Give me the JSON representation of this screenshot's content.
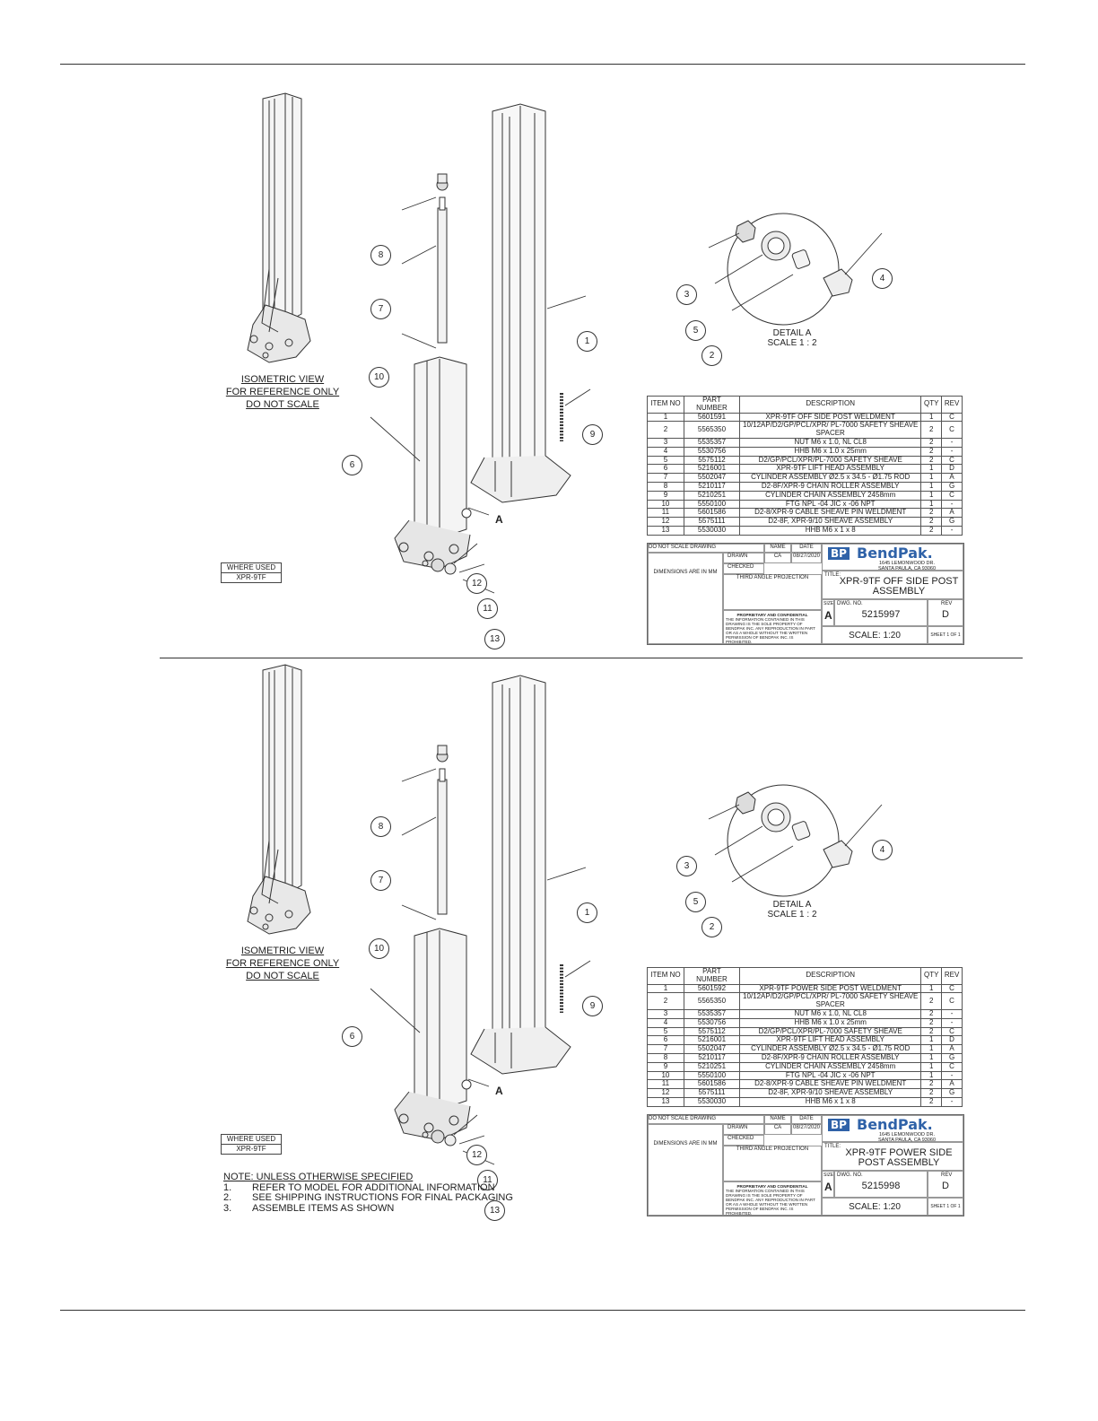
{
  "sheets": [
    {
      "iso_view": [
        "ISOMETRIC VIEW",
        "FOR REFERENCE ONLY",
        "DO NOT SCALE"
      ],
      "where_used": {
        "label": "WHERE USED",
        "value": "XPR-9TF"
      },
      "detail": {
        "title": "DETAIL A",
        "scale": "SCALE 1 : 2"
      },
      "callouts": [
        "8",
        "7",
        "10",
        "6",
        "1",
        "9",
        "A",
        "12",
        "11",
        "13",
        "3",
        "4",
        "5",
        "2"
      ],
      "bom_headers": [
        "ITEM NO",
        "PART NUMBER",
        "DESCRIPTION",
        "QTY",
        "REV"
      ],
      "bom_rows": [
        [
          "1",
          "5601591",
          "XPR-9TF OFF SIDE POST WELDMENT",
          "1",
          "C"
        ],
        [
          "2",
          "5565350",
          "10/12AP/D2/GP/PCL/XPR/ PL-7000 SAFETY SHEAVE SPACER",
          "2",
          "C"
        ],
        [
          "3",
          "5535357",
          "NUT M6 x 1.0, NL CL8",
          "2",
          "-"
        ],
        [
          "4",
          "5530756",
          "HHB M6 x 1.0 x 25mm",
          "2",
          "-"
        ],
        [
          "5",
          "5575112",
          "D2/GP/PCL/XPR/PL-7000 SAFETY SHEAVE",
          "2",
          "C"
        ],
        [
          "6",
          "5216001",
          "XPR-9TF LIFT HEAD ASSEMBLY",
          "1",
          "D"
        ],
        [
          "7",
          "5502047",
          "CYLINDER ASSEMBLY Ø2.5 x 34.5 - Ø1.75 ROD",
          "1",
          "A"
        ],
        [
          "8",
          "5210117",
          "D2-8F/XPR-9 CHAIN ROLLER ASSEMBLY",
          "1",
          "G"
        ],
        [
          "9",
          "5210251",
          "CYLINDER CHAIN ASSEMBLY 2458mm",
          "1",
          "C"
        ],
        [
          "10",
          "5550100",
          "FTG NPL -04 JIC x -06 NPT",
          "1",
          "-"
        ],
        [
          "11",
          "5601586",
          "D2-8/XPR-9 CABLE SHEAVE PIN WELDMENT",
          "2",
          "A"
        ],
        [
          "12",
          "5575111",
          "D2-8F, XPR-9/10 SHEAVE ASSEMBLY",
          "2",
          "G"
        ],
        [
          "13",
          "5530030",
          "HHB M6 x 1 x 8",
          "2",
          "-"
        ]
      ],
      "title_block": {
        "do_not_scale": "DO NOT SCALE DRAWING",
        "name_hdr": "NAME",
        "date_hdr": "DATE",
        "drawn": "DRAWN",
        "drawn_name": "CA",
        "drawn_date": "08/27/2020",
        "checked": "CHECKED",
        "dims": "DIMENSIONS ARE IN MM",
        "projection": "THIRD ANGLE PROJECTION",
        "logo": "BendPak.",
        "logo_mark": "BP",
        "address1": "1645 LEMONWOOD DR.",
        "address2": "SANTA PAULA, CA 93060",
        "title_label": "TITLE:",
        "title": "XPR-9TF OFF SIDE POST ASSEMBLY",
        "size_label": "SIZE",
        "dwg_label": "DWG. NO.",
        "rev_label": "REV",
        "size": "A",
        "dwg_no": "5215997",
        "rev": "D",
        "proprietary_h": "PROPRIETARY AND CONFIDENTIAL",
        "proprietary": "THE INFORMATION CONTAINED IN THIS DRAWING IS THE SOLE PROPERTY OF BENDPAK INC. ANY REPRODUCTION IN PART OR AS A WHOLE WITHOUT THE WRITTEN PERMISSION OF BENDPAK INC. IS PROHIBITED.",
        "scale": "SCALE: 1:20",
        "sheet": "SHEET 1 OF 1"
      }
    },
    {
      "iso_view": [
        "ISOMETRIC VIEW",
        "FOR REFERENCE ONLY",
        "DO NOT SCALE"
      ],
      "where_used": {
        "label": "WHERE USED",
        "value": "XPR-9TF"
      },
      "detail": {
        "title": "DETAIL A",
        "scale": "SCALE 1 : 2"
      },
      "callouts": [
        "8",
        "7",
        "10",
        "6",
        "1",
        "9",
        "A",
        "12",
        "11",
        "13",
        "3",
        "4",
        "5",
        "2"
      ],
      "bom_headers": [
        "ITEM NO",
        "PART NUMBER",
        "DESCRIPTION",
        "QTY",
        "REV"
      ],
      "bom_rows": [
        [
          "1",
          "5601592",
          "XPR-9TF POWER SIDE POST WELDMENT",
          "1",
          "C"
        ],
        [
          "2",
          "5565350",
          "10/12AP/D2/GP/PCL/XPR/ PL-7000 SAFETY SHEAVE SPACER",
          "2",
          "C"
        ],
        [
          "3",
          "5535357",
          "NUT M6 x 1.0, NL CL8",
          "2",
          "-"
        ],
        [
          "4",
          "5530756",
          "HHB M6 x 1.0 x 25mm",
          "2",
          "-"
        ],
        [
          "5",
          "5575112",
          "D2/GP/PCL/XPR/PL-7000 SAFETY SHEAVE",
          "2",
          "C"
        ],
        [
          "6",
          "5216001",
          "XPR-9TF LIFT HEAD ASSEMBLY",
          "1",
          "D"
        ],
        [
          "7",
          "5502047",
          "CYLINDER ASSEMBLY Ø2.5 x 34.5 - Ø1.75 ROD",
          "1",
          "A"
        ],
        [
          "8",
          "5210117",
          "D2-8F/XPR-9 CHAIN ROLLER ASSEMBLY",
          "1",
          "G"
        ],
        [
          "9",
          "5210251",
          "CYLINDER CHAIN ASSEMBLY 2458mm",
          "1",
          "C"
        ],
        [
          "10",
          "5550100",
          "FTG NPL -04 JIC x -06 NPT",
          "1",
          "-"
        ],
        [
          "11",
          "5601586",
          "D2-8/XPR-9 CABLE SHEAVE PIN WELDMENT",
          "2",
          "A"
        ],
        [
          "12",
          "5575111",
          "D2-8F, XPR-9/10 SHEAVE ASSEMBLY",
          "2",
          "G"
        ],
        [
          "13",
          "5530030",
          "HHB M6 x 1 x 8",
          "2",
          "-"
        ]
      ],
      "title_block": {
        "do_not_scale": "DO NOT SCALE DRAWING",
        "name_hdr": "NAME",
        "date_hdr": "DATE",
        "drawn": "DRAWN",
        "drawn_name": "CA",
        "drawn_date": "08/27/2020",
        "checked": "CHECKED",
        "dims": "DIMENSIONS ARE IN MM",
        "projection": "THIRD ANGLE PROJECTION",
        "logo": "BendPak.",
        "logo_mark": "BP",
        "address1": "1645 LEMONWOOD DR.",
        "address2": "SANTA PAULA, CA 93060",
        "title_label": "TITLE:",
        "title": "XPR-9TF POWER SIDE POST ASSEMBLY",
        "size_label": "SIZE",
        "dwg_label": "DWG. NO.",
        "rev_label": "REV",
        "size": "A",
        "dwg_no": "5215998",
        "rev": "D",
        "proprietary_h": "PROPRIETARY AND CONFIDENTIAL",
        "proprietary": "THE INFORMATION CONTAINED IN THIS DRAWING IS THE SOLE PROPERTY OF BENDPAK INC. ANY REPRODUCTION IN PART OR AS A WHOLE WITHOUT THE WRITTEN PERMISSION OF BENDPAK INC. IS PROHIBITED.",
        "scale": "SCALE: 1:20",
        "sheet": "SHEET 1 OF 1"
      }
    }
  ],
  "notes": {
    "heading": "NOTE: UNLESS OTHERWISE SPECIFIED",
    "items": [
      {
        "num": "1.",
        "text": "REFER TO MODEL FOR ADDITIONAL INFORMATION"
      },
      {
        "num": "2.",
        "text": "SEE SHIPPING INSTRUCTIONS FOR FINAL PACKAGING"
      },
      {
        "num": "3.",
        "text": "ASSEMBLE ITEMS AS SHOWN"
      }
    ]
  }
}
